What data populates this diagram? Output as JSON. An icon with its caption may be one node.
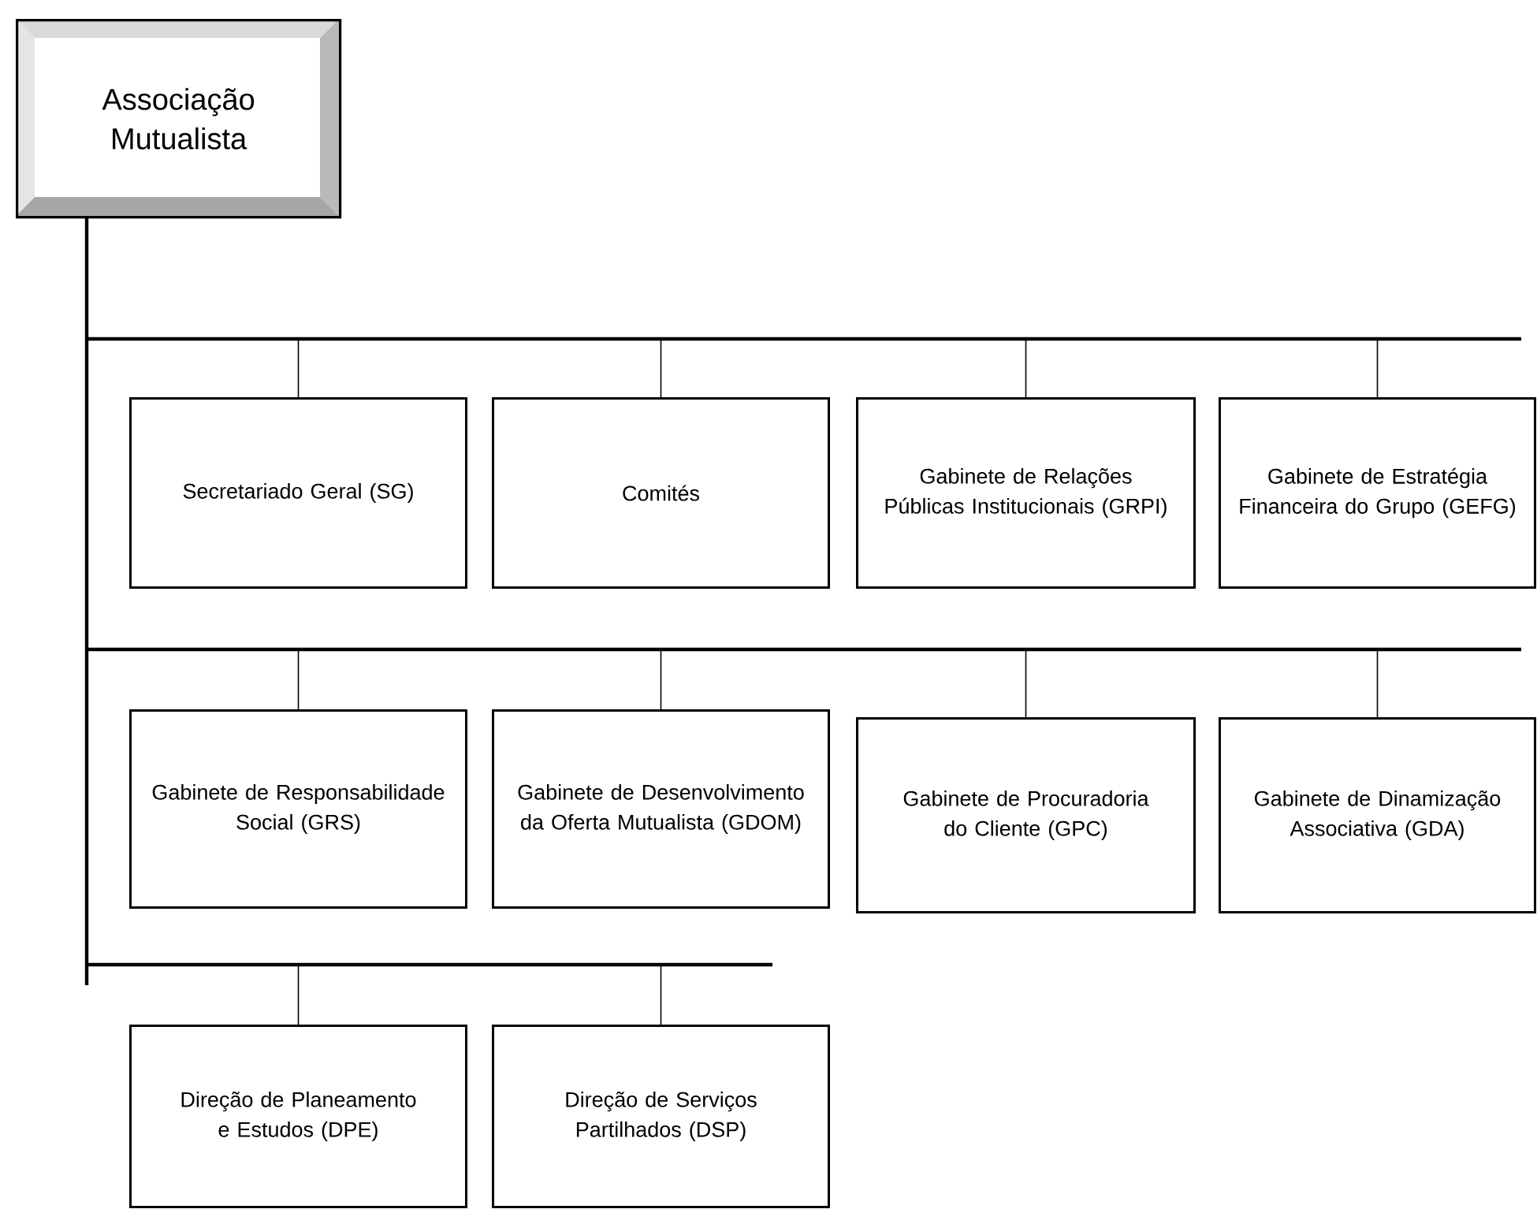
{
  "diagram": {
    "nodes": [
      {
        "text": [
          "Associação Mutualista"
        ]
      },
      {
        "text": [
          "Secretariado Geral (SG)"
        ]
      },
      {
        "text": [
          "Comités"
        ]
      },
      {
        "text": [
          "Gabinete de Relações Públicas Institucionais (GRPI)"
        ]
      },
      {
        "text": [
          "Gabinete de Estratégia Financeira do Grupo (GEFG)"
        ]
      },
      {
        "text": [
          "Gabinete de Responsabilidade Social (GRS)"
        ]
      },
      {
        "text": [
          "Gabinete de Desenvolvimento da Oferta Mutualista (GDOM)"
        ]
      },
      {
        "text": [
          "Gabinete de Procuradoria do Cliente (GPC)"
        ]
      },
      {
        "text": [
          "Gabinete de Dinamização Associativa (GDA)"
        ]
      },
      {
        "text": [
          "Direção de Planeamento e Estudos (DPE)"
        ]
      },
      {
        "text": [
          "Direção de Serviços Partilhados (DSP)"
        ]
      }
    ],
    "edges": [
      {
        "from": 0,
        "to": 1,
        "arrow": "none"
      },
      {
        "from": 0,
        "to": 2,
        "arrow": "none"
      },
      {
        "from": 0,
        "to": 3,
        "arrow": "none"
      },
      {
        "from": 0,
        "to": 4,
        "arrow": "none"
      },
      {
        "from": 0,
        "to": 5,
        "arrow": "none"
      },
      {
        "from": 0,
        "to": 6,
        "arrow": "none"
      },
      {
        "from": 0,
        "to": 7,
        "arrow": "none"
      },
      {
        "from": 0,
        "to": 8,
        "arrow": "none"
      },
      {
        "from": 0,
        "to": 9,
        "arrow": "none"
      },
      {
        "from": 0,
        "to": 10,
        "arrow": "none"
      }
    ]
  }
}
